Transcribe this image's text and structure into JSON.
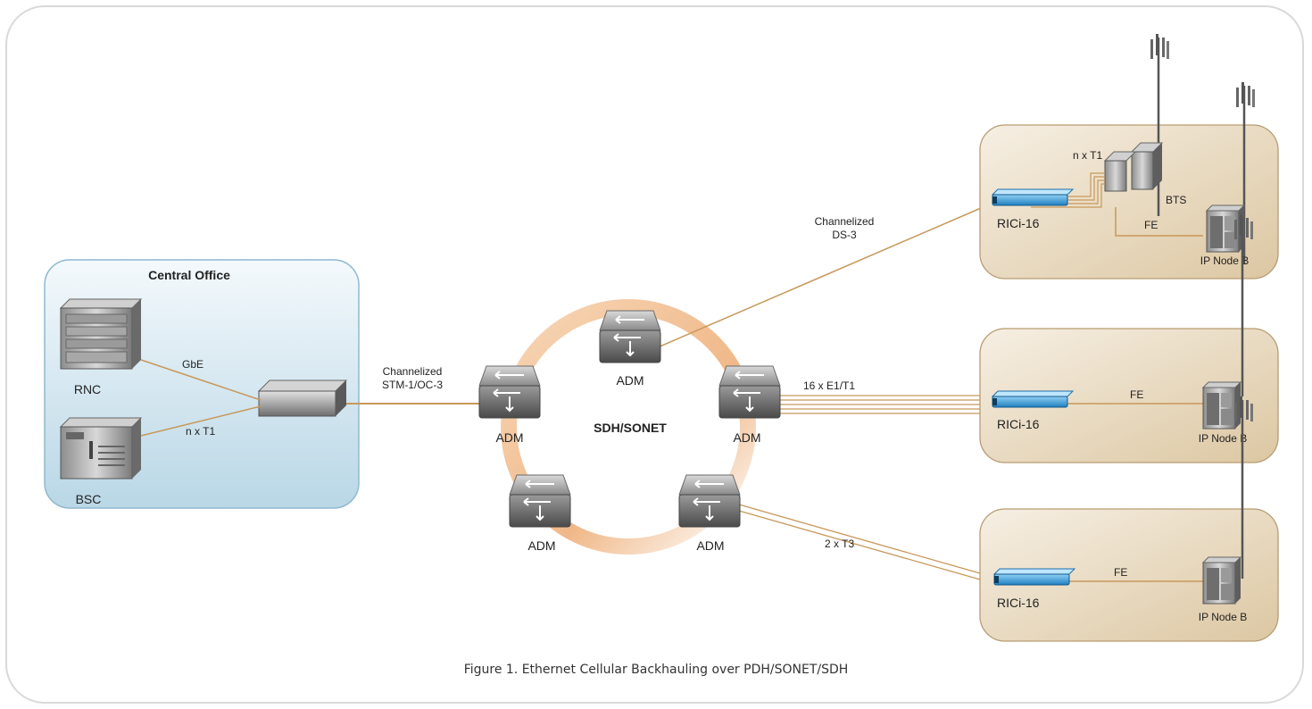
{
  "caption": "Figure 1.  Ethernet Cellular Backhauling over PDH/SONET/SDH",
  "central_office": {
    "title": "Central Office",
    "rnc_label": "RNC",
    "bsc_label": "BSC",
    "gbe_label": "GbE",
    "nxt1_label": "n x T1"
  },
  "uplink": {
    "label_line1": "Channelized",
    "label_line2": "STM-1/OC-3"
  },
  "ring": {
    "label": "SDH/SONET",
    "adm_label": "ADM"
  },
  "site_top": {
    "link_line1": "Channelized",
    "link_line2": "DS-3",
    "device_label": "RICi-16",
    "nxt1_label": "n x T1",
    "bts_label": "BTS",
    "fe_label": "FE",
    "nodeb_label": "IP Node B"
  },
  "site_mid": {
    "link_label": "16 x E1/T1",
    "device_label": "RICi-16",
    "fe_label": "FE",
    "nodeb_label": "IP Node B"
  },
  "site_bot": {
    "link_label": "2 x T3",
    "device_label": "RICi-16",
    "fe_label": "FE",
    "nodeb_label": "IP Node B"
  },
  "colors": {
    "link": "#c8985a",
    "central_office_fill": "#dcecf4",
    "site_fill": "#eadcc3",
    "ring": "#f2c49a",
    "rici": "#3a9ad6"
  }
}
